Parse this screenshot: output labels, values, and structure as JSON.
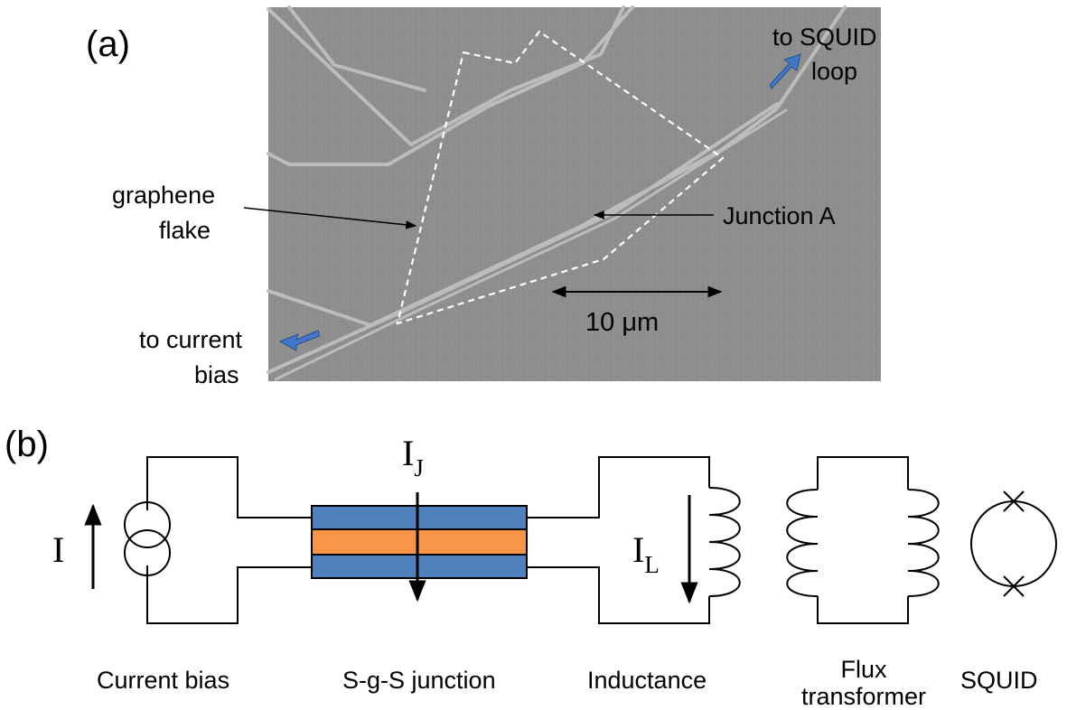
{
  "panel_a": {
    "label": "(a)",
    "annotations": {
      "to_squid_1": "to SQUID",
      "to_squid_2": "loop",
      "flake_1": "graphene",
      "flake_2": "flake",
      "junction": "Junction A",
      "scale": "10 μm",
      "bias_1": "to current",
      "bias_2": "bias"
    },
    "arrow_color": "#3f78c8"
  },
  "panel_b": {
    "label": "(b)",
    "current_I": "I",
    "current_IJ_main": "I",
    "current_IJ_sub": "J",
    "current_IL_main": "I",
    "current_IL_sub": "L",
    "captions": {
      "current_bias": "Current bias",
      "junction": "S-g-S junction",
      "inductance": "Inductance",
      "flux_1": "Flux",
      "flux_2": "transformer",
      "squid": "SQUID"
    },
    "colors": {
      "superconductor": "#4f81bd",
      "graphene": "#f79646"
    }
  }
}
